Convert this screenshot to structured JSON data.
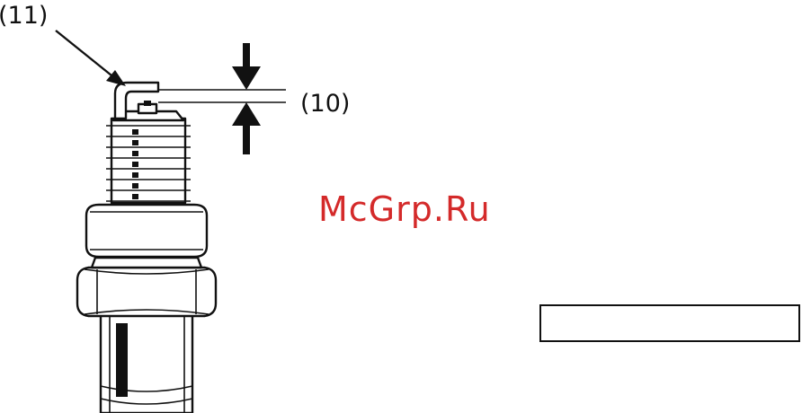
{
  "callouts": {
    "electrode_label": "(11)",
    "gap_label": "(10)"
  },
  "watermark": {
    "text": "McGrp.Ru"
  },
  "info_box": {
    "text": ""
  },
  "colors": {
    "line": "#111111",
    "watermark": "#d42a2a",
    "background": "#ffffff"
  }
}
